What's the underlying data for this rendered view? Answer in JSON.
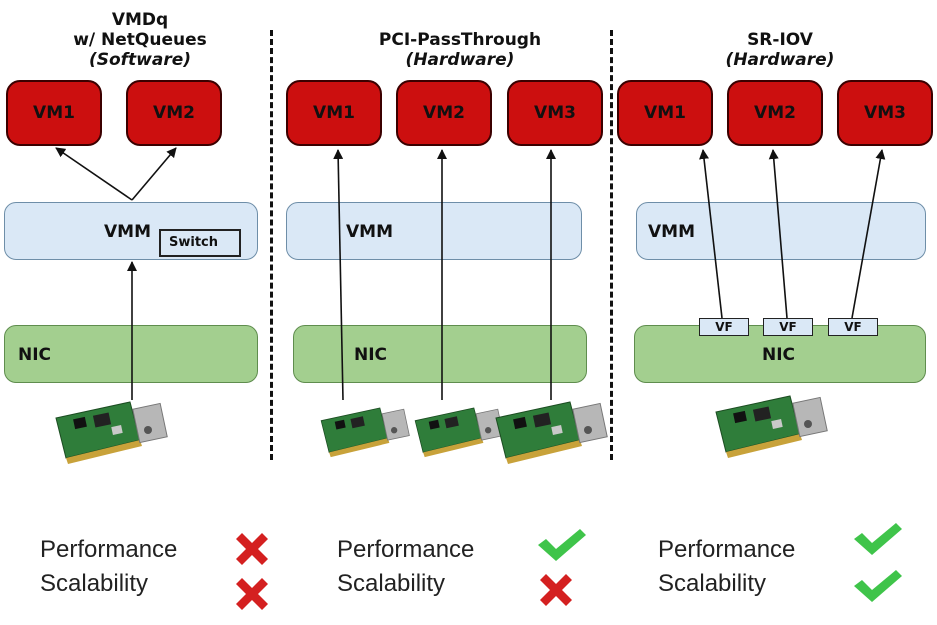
{
  "columns": [
    {
      "title_line1": "VMDq",
      "title_line2": "w/ NetQueues",
      "title_line3": "(Software)",
      "vms": [
        "VM1",
        "VM2"
      ],
      "vmm_label": "VMM",
      "switch_label": "Switch",
      "nic_label": "NIC",
      "performance_label": "Performance",
      "scalability_label": "Scalability",
      "performance_status": "fail",
      "scalability_status": "fail"
    },
    {
      "title_line1": "PCI-PassThrough",
      "title_line2": "(Hardware)",
      "vms": [
        "VM1",
        "VM2",
        "VM3"
      ],
      "vmm_label": "VMM",
      "nic_label": "NIC",
      "performance_label": "Performance",
      "scalability_label": "Scalability",
      "performance_status": "pass",
      "scalability_status": "fail"
    },
    {
      "title_line1": "SR-IOV",
      "title_line2": "(Hardware)",
      "vms": [
        "VM1",
        "VM2",
        "VM3"
      ],
      "vmm_label": "VMM",
      "nic_label": "NIC",
      "vf_labels": [
        "VF",
        "VF",
        "VF"
      ],
      "performance_label": "Performance",
      "scalability_label": "Scalability",
      "performance_status": "pass",
      "scalability_status": "pass"
    }
  ],
  "icons": {
    "pass": "green-check-icon",
    "fail": "red-cross-icon",
    "hardware": "network-card-icon"
  },
  "colors": {
    "vm_fill": "#cc0f0f",
    "vmm_fill": "#dae8f6",
    "nic_fill": "#a3cf8f",
    "check_green": "#3fc44a",
    "cross_red": "#d42020"
  }
}
